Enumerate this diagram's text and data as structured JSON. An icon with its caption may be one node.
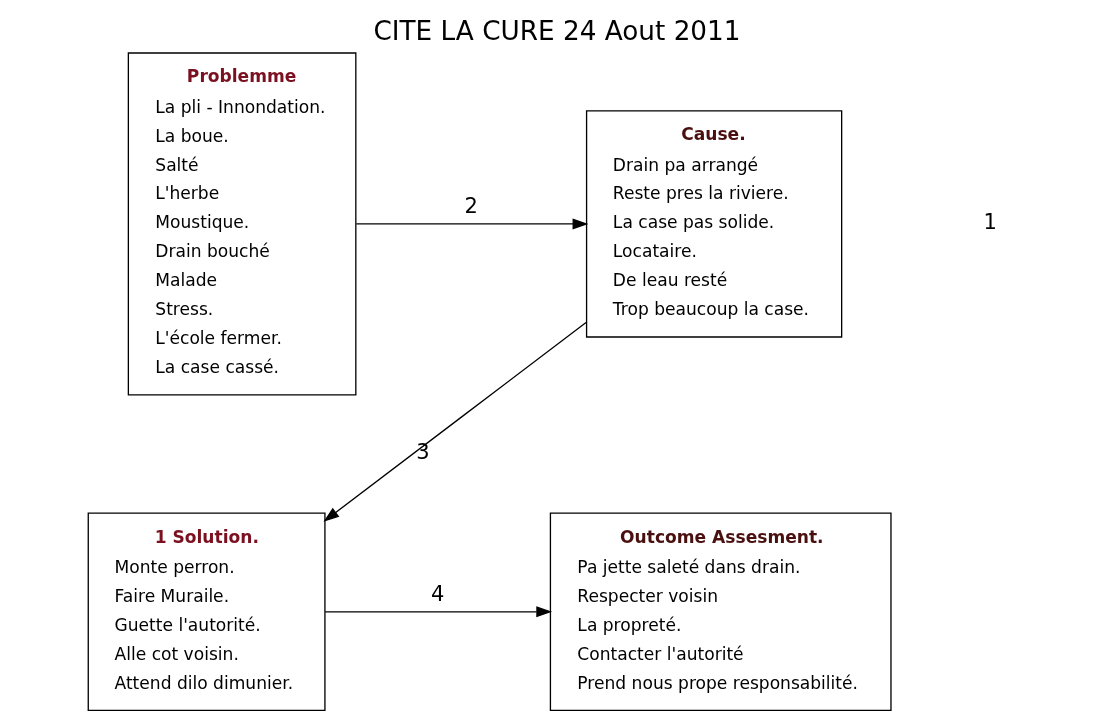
{
  "diagram": {
    "title": "CITE LA CURE 24 Aout 2011",
    "nodes": [
      {
        "text": [
          "Problemme",
          "La pli - Innondation.",
          "La boue.",
          "Salté",
          "L'herbe",
          "Moustique.",
          "Drain bouché",
          "Malade",
          "Stress.",
          "L'école fermer.",
          "La case cassé."
        ]
      },
      {
        "text": [
          "Cause.",
          "Drain pa arrangé",
          "Reste pres la riviere.",
          "La case pas solide.",
          "Locataire.",
          "De leau resté",
          "Trop beaucoup la case."
        ]
      },
      {
        "text": [
          "1 Solution.",
          "Monte perron.",
          "Faire Muraile.",
          "Guette l'autorité.",
          "Alle cot voisin.",
          "Attend dilo dimunier."
        ]
      },
      {
        "text": [
          "Outcome Assesment.",
          "Pa jette saleté dans drain.",
          "Respecter voisin",
          "La propreté.",
          "Contacter l'autorité",
          "Prend nous prope responsabilité."
        ]
      }
    ],
    "edges": [
      {
        "from": 0,
        "to": 1,
        "arrow": "to",
        "label": "2"
      },
      {
        "from": 1,
        "to": 2,
        "arrow": "to",
        "label": "3"
      },
      {
        "from": 2,
        "to": 3,
        "arrow": "to",
        "label": "4"
      }
    ],
    "labels": [
      "1"
    ]
  }
}
